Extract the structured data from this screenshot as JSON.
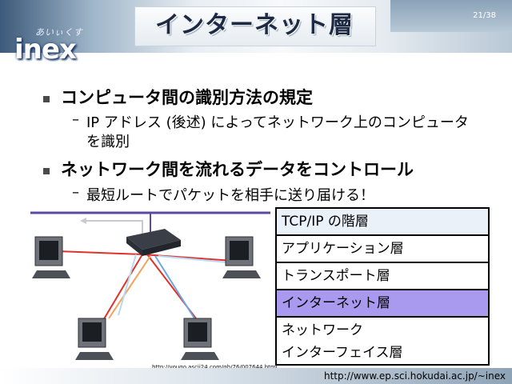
{
  "slide": {
    "title": "インターネット層",
    "page_number": "21/38",
    "logo": {
      "word": "inex",
      "script": "あいぃくす"
    },
    "bullets": [
      {
        "text": "コンピュータ間の識別方法の規定",
        "sub": [
          "IP アドレス (後述) によってネットワーク上のコンピュータ",
          "を識別"
        ]
      },
      {
        "text": "ネットワーク間を流れるデータをコントロール",
        "sub": [
          "最短ルートでパケットを相手に送り届ける！"
        ]
      }
    ],
    "dash": "–",
    "image_credit": "http://yougo.ascii24.com/gh/76/007644.html",
    "layers": {
      "header": "TCP/IP の階層",
      "rows": [
        "アプリケーション層",
        "トランスポート層",
        "インターネット層",
        "ネットワーク",
        "インターフェイス層"
      ]
    },
    "footer_url": "http://www.ep.sci.hokudai.ac.jp/~inex"
  },
  "colors": {
    "highlight": "#a99af0",
    "header_blue": "#3c5a7a",
    "route_red": "#e0322b",
    "route_orange": "#f2a25a",
    "route_blue": "#6aa7e6",
    "route_lightblue": "#b8d8f5",
    "backbone": "#5b4aa0"
  }
}
